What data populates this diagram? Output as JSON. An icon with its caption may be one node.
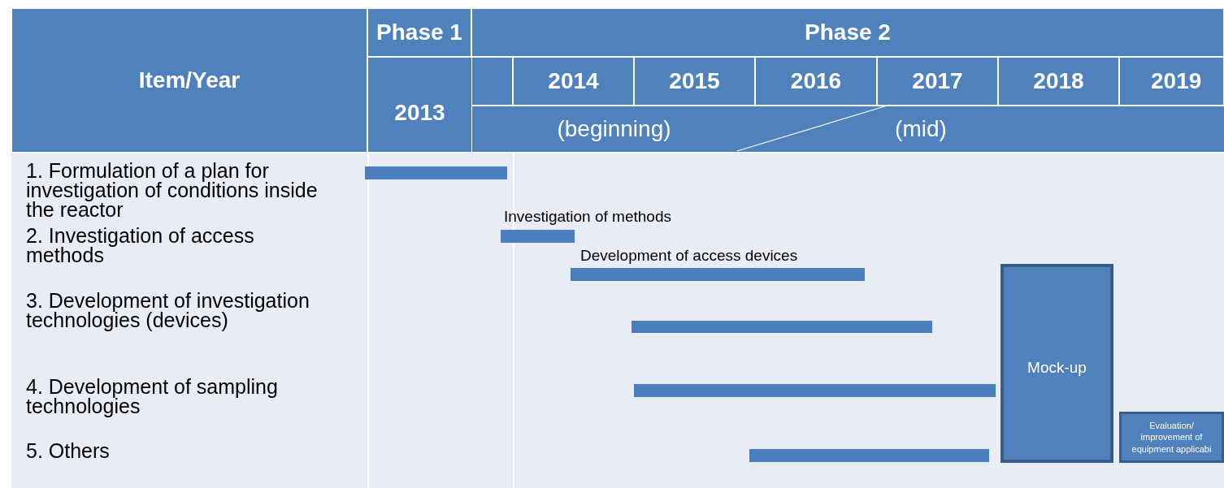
{
  "diagram": {
    "nodes": [
      {
        "text": [],
        "shape": "bar"
      },
      {
        "text": [],
        "shape": "bar",
        "beside": [
          "Investigation of methods"
        ]
      },
      {
        "text": [],
        "shape": "bar",
        "beside": [
          "Development of access devices"
        ]
      },
      {
        "text": [],
        "shape": "bar"
      },
      {
        "text": [],
        "shape": "bar"
      },
      {
        "text": [],
        "shape": "bar"
      },
      {
        "text": [
          "Mock-up"
        ]
      },
      {
        "text": [
          "Evaluation/ improvement of equipment applicabi"
        ]
      }
    ],
    "edges": [],
    "labels": [
      "Item/Year",
      "Phase 1",
      "Phase 2",
      "2013",
      "2014",
      "2015",
      "2016",
      "2017",
      "2018",
      "2019",
      "(beginning)",
      "(mid)",
      "1. Formulation of a plan for investigation of conditions inside the reactor",
      "2. Investigation of access methods",
      "3. Development of investigation technologies (devices)",
      "4.  Development of sampling technologies",
      "5. Others"
    ]
  }
}
